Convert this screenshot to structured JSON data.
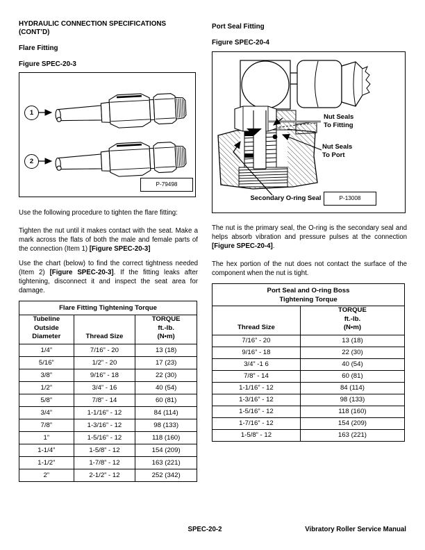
{
  "colors": {
    "text": "#000000",
    "leader_gray": "#8a8a8a",
    "paper": "#ffffff"
  },
  "footer": {
    "page_code": "SPEC-20-2",
    "manual_title": "Vibratory Roller Service Manual"
  },
  "left": {
    "section_title": "HYDRAULIC CONNECTION SPECIFICATIONS (CONT’D)",
    "subsection": "Flare Fitting",
    "figure_label": "Figure SPEC-20-3",
    "figure": {
      "callouts": [
        "1",
        "2"
      ],
      "photo_id": "P-79498"
    },
    "paragraphs": {
      "p1": "Use the following procedure to tighten the flare fitting:",
      "p2_text": "Tighten the nut until it makes contact with the seat. Make a mark across the flats of both the male and female parts of the connection (Item 1) ",
      "p2_ref": "[Figure SPEC-20-3]",
      "p3_text": "Use the chart (below) to find the correct tightness needed (Item 2) ",
      "p3_ref": "[Figure SPEC-20-3]",
      "p3_tail": ". If the fitting leaks after tightening, disconnect it and inspect the seat area for damage."
    },
    "table": {
      "title": "Flare Fitting Tightening Torque",
      "headers": [
        "Tubeline\nOutside\nDiameter",
        "Thread Size",
        "TORQUE\nft.-lb.\n(N•m)"
      ],
      "rows": [
        [
          "1/4”",
          "7/16” - 20",
          "13 (18)"
        ],
        [
          "5/16”",
          "1/2” - 20",
          "17 (23)"
        ],
        [
          "3/8”",
          "9/16” - 18",
          "22 (30)"
        ],
        [
          "1/2”",
          "3/4” - 16",
          "40 (54)"
        ],
        [
          "5/8”",
          "7/8” - 14",
          "60 (81)"
        ],
        [
          "3/4”",
          "1-1/16” - 12",
          "84 (114)"
        ],
        [
          "7/8”",
          "1-3/16” - 12",
          "98 (133)"
        ],
        [
          "1”",
          "1-5/16” - 12",
          "118 (160)"
        ],
        [
          "1-1/4”",
          "1-5/8” - 12",
          "154 (209)"
        ],
        [
          "1-1/2”",
          "1-7/8” - 12",
          "163 (221)"
        ],
        [
          "2”",
          "2-1/2” - 12",
          "252 (342)"
        ]
      ]
    }
  },
  "right": {
    "subsection": "Port Seal Fitting",
    "figure_label": "Figure SPEC-20-4",
    "figure": {
      "label_fitting": "Nut Seals\nTo Fitting",
      "label_port": "Nut Seals\nTo Port",
      "label_oring": "Secondary O-ring Seal",
      "photo_id": "P-13008"
    },
    "paragraphs": {
      "p1_text": "The nut is the primary seal, the O-ring is the secondary seal and helps absorb vibration and pressure pulses at the connection ",
      "p1_ref": "[Figure SPEC-20-4]",
      "p1_tail": ".",
      "p2": "The hex portion of the nut does not contact the surface of the component when the nut is tight."
    },
    "table": {
      "title": "Port Seal and O-ring Boss\nTightening Torque",
      "headers": [
        "Thread Size",
        "TORQUE\nft.-lb.\n(N•m)"
      ],
      "rows": [
        [
          "7/16” - 20",
          "13 (18)"
        ],
        [
          "9/16” - 18",
          "22 (30)"
        ],
        [
          "3/4” -1 6",
          "40 (54)"
        ],
        [
          "7/8” - 14",
          "60 (81)"
        ],
        [
          "1-1/16” - 12",
          "84 (114)"
        ],
        [
          "1-3/16” - 12",
          "98 (133)"
        ],
        [
          "1-5/16” - 12",
          "118 (160)"
        ],
        [
          "1-7/16” - 12",
          "154 (209)"
        ],
        [
          "1-5/8” - 12",
          "163 (221)"
        ]
      ]
    }
  }
}
